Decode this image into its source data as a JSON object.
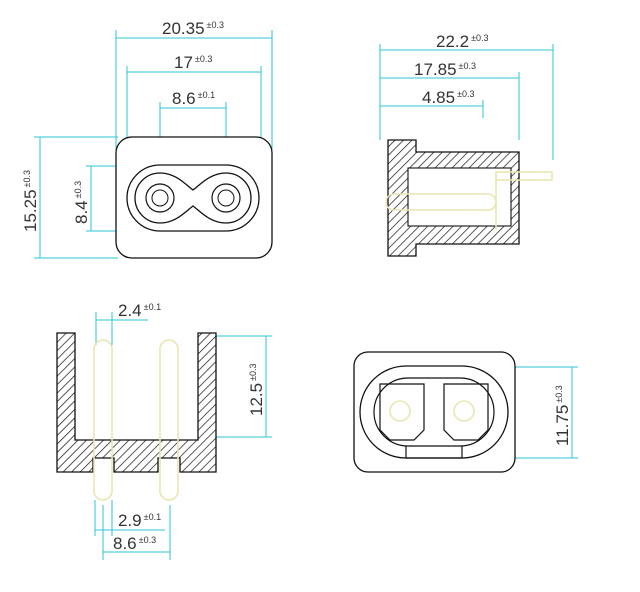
{
  "colors": {
    "outline": "#111111",
    "dimension": "#2ec4d6",
    "pin": "#e9e6b0",
    "text": "#333333"
  },
  "front_view": {
    "width_overall": {
      "value": "20.35",
      "tol": "±0.3"
    },
    "width_inner": {
      "value": "17",
      "tol": "±0.3"
    },
    "pin_pitch": {
      "value": "8.6",
      "tol": "±0.1"
    },
    "height_overall": {
      "value": "15.25",
      "tol": "±0.3"
    },
    "height_inner": {
      "value": "8.4",
      "tol": "±0.3"
    }
  },
  "side_view": {
    "length_overall": {
      "value": "22.2",
      "tol": "±0.3"
    },
    "length_body": {
      "value": "17.85",
      "tol": "±0.3"
    },
    "flange": {
      "value": "4.85",
      "tol": "±0.3"
    }
  },
  "section_view": {
    "wall": {
      "value": "2.4",
      "tol": "±0.1"
    },
    "depth": {
      "value": "12.5",
      "tol": "±0.3"
    },
    "pin_width": {
      "value": "2.9",
      "tol": "±0.1"
    },
    "pin_pitch": {
      "value": "8.6",
      "tol": "±0.3"
    }
  },
  "rear_view": {
    "height": {
      "value": "11.75",
      "tol": "±0.3"
    }
  }
}
